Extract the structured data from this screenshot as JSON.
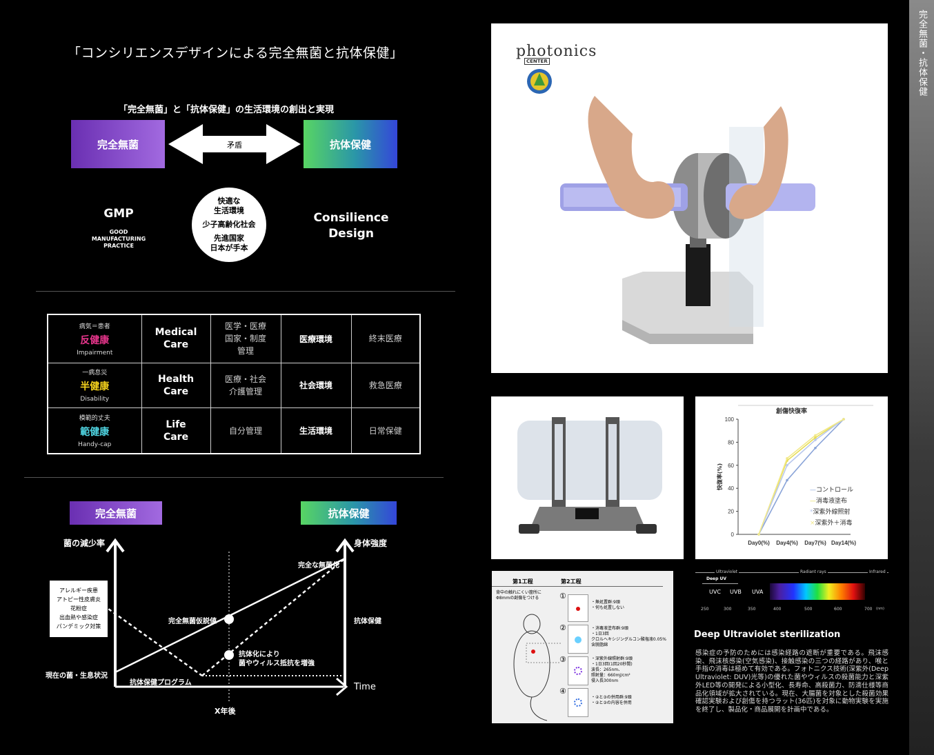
{
  "title": "「コンシリエンスデザインによる完全無菌と抗体保健」",
  "subtitle": "「完全無菌」と「抗体保健」の生活環境の創出と実現",
  "top_diagram": {
    "left_box": "完全無菌",
    "right_box": "抗体保健",
    "arrow_label": "矛盾",
    "gmp": "GMP",
    "gmp_sub": [
      "GOOD",
      "MANUFACTURING",
      "PRACTICE"
    ],
    "circle": [
      "快適な",
      "生活環境",
      "少子高齢化社会",
      "先進国家",
      "日本が手本"
    ],
    "consilience": [
      "Consilience",
      "Design"
    ]
  },
  "table": {
    "rows": [
      {
        "top": "病気＝患者",
        "main": "反健康",
        "main_color": "#e8358c",
        "sub": "Impairment",
        "care": [
          "Medical",
          "Care"
        ],
        "mgmt": [
          "医学・医療",
          "国家・制度",
          "管理"
        ],
        "env": "医療環境",
        "med": "終末医療"
      },
      {
        "top": "一病息災",
        "main": "半健康",
        "main_color": "#f5d21c",
        "sub": "Disability",
        "care": [
          "Health",
          "Care"
        ],
        "mgmt": [
          "医療・社会",
          "介護管理"
        ],
        "env": "社会環境",
        "med": "救急医療"
      },
      {
        "top": "模範的丈夫",
        "main": "範健康",
        "main_color": "#4fd3e0",
        "sub": "Handy-cap",
        "care": [
          "Life",
          "Care"
        ],
        "mgmt": [
          "自分管理"
        ],
        "env": "生活環境",
        "med": "日常保健"
      }
    ]
  },
  "bottom_diagram": {
    "left_box": "完全無菌",
    "right_box": "抗体保健",
    "y_left": "菌の減少率",
    "y_right": "身体強度",
    "x_label": "Time",
    "x_tick": "X年後",
    "current": "現在の菌・生息状況",
    "program": "抗体保健プログラム",
    "complete": "完全な無菌化",
    "hypothesis": "完全無菌仮説値",
    "antibody": "抗体保健",
    "antibody_effect": [
      "抗体化により",
      "菌やウィルス抵抗を増強"
    ],
    "note": [
      "アレルギー疾患",
      "アトピー性皮膚炎",
      "花粉症",
      "出血熱や感染症",
      "パンデミック対策"
    ]
  },
  "photonics": {
    "logo": "photonics",
    "logo_sub": "CENTER"
  },
  "graph": {
    "title": "創傷快復率",
    "legend": [
      "コントロール",
      "消毒液塗布",
      "深紫外線照射",
      "深紫外＋消毒"
    ]
  },
  "chart_data": {
    "type": "line",
    "title": "創傷快復率",
    "ylabel": "快復率(%)",
    "categories": [
      "Day0(%)",
      "Day4(%)",
      "Day7(%)",
      "Day14(%)"
    ],
    "ylim": [
      0,
      100
    ],
    "yticks": [
      0,
      20,
      40,
      60,
      80,
      100
    ],
    "series": [
      {
        "name": "コントロール",
        "color": "#8aa4d8",
        "values": [
          0,
          47,
          75,
          100
        ]
      },
      {
        "name": "消毒液塗布",
        "color": "#e7dd54",
        "values": [
          0,
          64,
          84,
          100
        ]
      },
      {
        "name": "深紫外線照射",
        "color": "#b9c8ec",
        "values": [
          0,
          60,
          82,
          100
        ]
      },
      {
        "name": "深紫外＋消毒",
        "color": "#f2e98a",
        "values": [
          0,
          66,
          86,
          100
        ]
      }
    ],
    "legend_position": "right",
    "grid": false
  },
  "process": {
    "step1": "第1工程",
    "step2": "第2工程",
    "step1_desc": [
      "背中の触れにくい箇所に",
      "Φ8mmの創傷をつける"
    ],
    "steps": [
      {
        "num": "①",
        "text": [
          "・無処置群:9頭",
          "・何も処置しない"
        ]
      },
      {
        "num": "②",
        "text": [
          "・消毒液塗布群:9頭",
          "・1日3回",
          "  クロルヘキシジングルコン酸塩液0.05%",
          "  含脱脂綿"
        ]
      },
      {
        "num": "③",
        "text": [
          "・深紫外線照射群:9頭",
          "・1日3回(1回20秒間)",
          "  波長：265nm、",
          "  照射量：660mJ/cm²",
          "  侵入長300nm"
        ]
      },
      {
        "num": "④",
        "text": [
          "・②と③の併用群:9頭",
          "・②と③の内容を併用"
        ]
      }
    ]
  },
  "spectrum": {
    "header": [
      "Ultraviolet",
      "Radiant rays",
      "Infrared"
    ],
    "deep_uv": "Deep UV",
    "bands": [
      "UVC",
      "UVB",
      "UVA"
    ],
    "ticks": [
      "250",
      "300",
      "350",
      "400",
      "500",
      "600",
      "700"
    ],
    "unit": "(nm)"
  },
  "duv": {
    "heading": "Deep Ultraviolet sterilization",
    "body": "感染症の予防のためには感染経路の遮断が重要である。飛沫感染、飛沫核感染(空気感染)、接触感染の三つの経路があり、喉と手指の消毒は極めて有効である。フォトニクス技術(深紫外(Deep Ultraviolet: DUV)光等)の優れた菌やウィルスの殺菌能力と深紫外LED等の開発による小型化、長寿命、高殺菌力、防滴仕様等商品化領域が拡大されている。現在、大腸菌を対象とした殺菌効果確認実験および創傷を持つラット(36匹)を対象に動物実験を実施を終了し、製品化・商品展開を計画中である。"
  },
  "sidebar": "完全無菌・抗体保健"
}
